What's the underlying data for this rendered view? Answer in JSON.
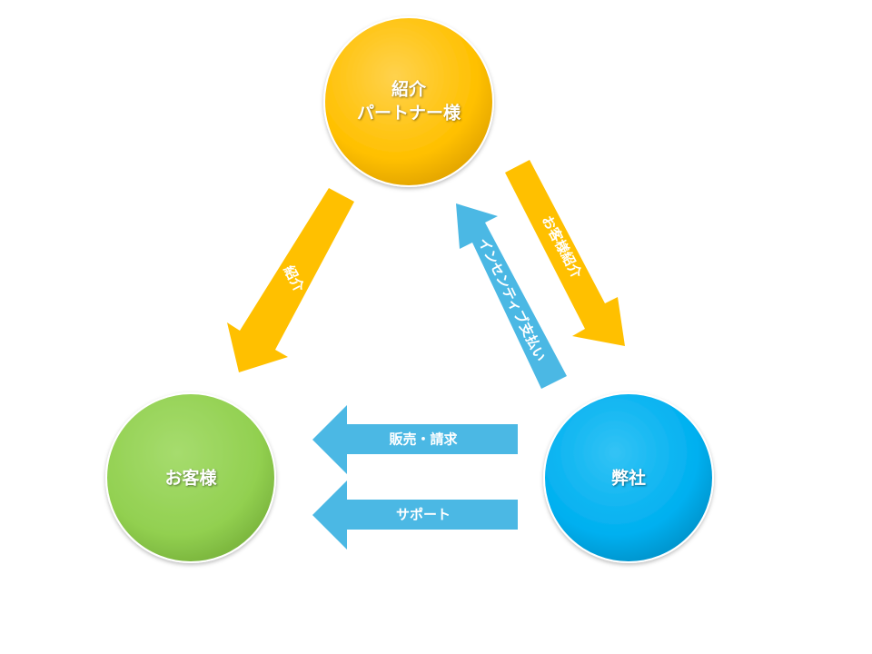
{
  "nodes": {
    "partner": {
      "line1": "紹介",
      "line2": "パートナー様",
      "color": "#FFC000"
    },
    "customer": {
      "label": "お客様",
      "color": "#92D050"
    },
    "company": {
      "label": "弊社",
      "color": "#00B0F0"
    }
  },
  "arrows": {
    "partner_to_customer": {
      "label": "紹介",
      "color": "#FFC000"
    },
    "partner_to_company": {
      "label": "お客様紹介",
      "color": "#FFC000"
    },
    "company_to_partner": {
      "label": "インセンティブ支払い",
      "color": "#4BB8E4"
    },
    "sales": {
      "label": "販売・請求",
      "color": "#4BB8E4"
    },
    "support": {
      "label": "サポート",
      "color": "#4BB8E4"
    }
  }
}
